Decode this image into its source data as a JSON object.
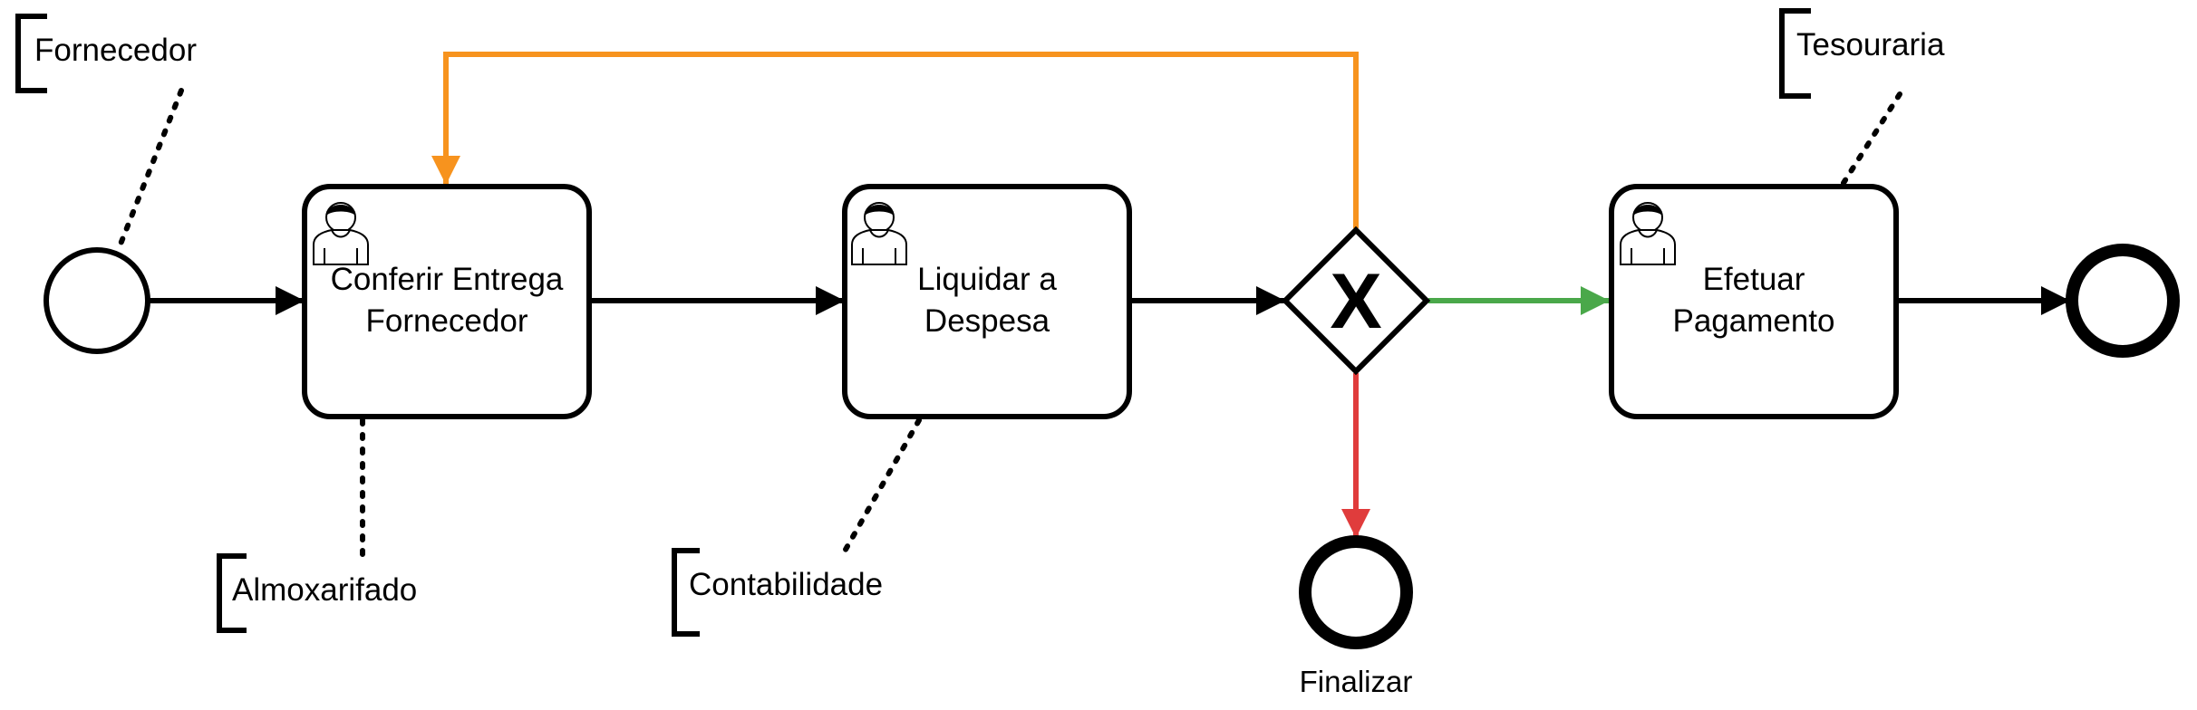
{
  "diagram": {
    "colors": {
      "stroke": "#000000",
      "loop_flow": "#f7931e",
      "yes_flow": "#4aa84a",
      "no_flow": "#e03c3c"
    },
    "tasks": {
      "conferir": {
        "line1": "Conferir Entrega",
        "line2": "Fornecedor",
        "icon": "user-icon"
      },
      "liquidar": {
        "line1": "Liquidar a",
        "line2": "Despesa",
        "icon": "user-icon"
      },
      "efetuar": {
        "line1": "Efetuar",
        "line2": "Pagamento",
        "icon": "user-icon"
      }
    },
    "annotations": {
      "fornecedor": "Fornecedor",
      "almoxarifado": "Almoxarifado",
      "contabilidade": "Contabilidade",
      "tesouraria": "Tesouraria"
    },
    "gateway": {
      "marker": "X",
      "type": "exclusive"
    },
    "events": {
      "finalizar": "Finalizar"
    }
  }
}
